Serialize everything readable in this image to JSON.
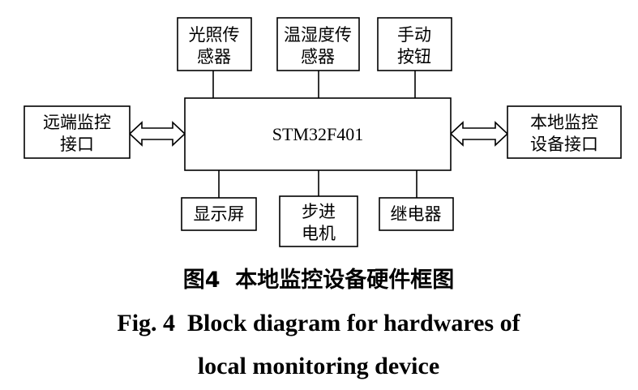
{
  "diagram": {
    "core": "STM32F401",
    "top": {
      "light_sensor": [
        "光照传",
        "感器"
      ],
      "temp_humidity_sensor": [
        "温湿度传",
        "感器"
      ],
      "manual_button": [
        "手动",
        "按钮"
      ]
    },
    "left": {
      "remote_interface": [
        "远端监控",
        "接口"
      ]
    },
    "right": {
      "local_interface": [
        "本地监控",
        "设备接口"
      ]
    },
    "bottom": {
      "display": [
        "显示屏"
      ],
      "stepper_motor": [
        "步进",
        "电机"
      ],
      "relay": [
        "继电器"
      ]
    }
  },
  "caption": {
    "chinese": "图4  本地监控设备硬件框图",
    "english_line1": "Fig. 4  Block diagram for hardwares of",
    "english_line2": "local monitoring device"
  }
}
